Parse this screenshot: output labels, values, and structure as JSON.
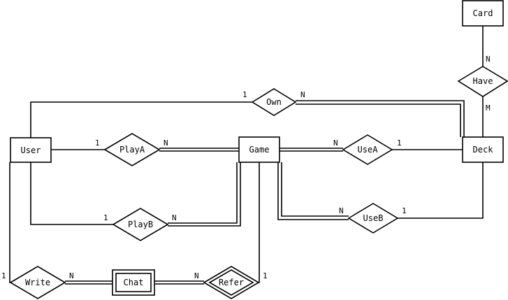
{
  "entities": {
    "user": "User",
    "game": "Game",
    "deck": "Deck",
    "card": "Card",
    "chat": "Chat"
  },
  "relationships": {
    "playa": "PlayA",
    "playb": "PlayB",
    "own": "Own",
    "usea": "UseA",
    "useb": "UseB",
    "have": "Have",
    "write": "Write",
    "refer": "Refer"
  },
  "cardinalities": {
    "own_user": "1",
    "own_deck": "N",
    "have_card": "N",
    "have_deck": "M",
    "playa_user": "1",
    "playa_game": "N",
    "usea_game": "N",
    "usea_deck": "1",
    "playb_user": "1",
    "playb_game": "N",
    "useb_game": "N",
    "useb_deck": "1",
    "write_user": "1",
    "write_chat": "N",
    "refer_chat": "N",
    "refer_game": "1"
  }
}
